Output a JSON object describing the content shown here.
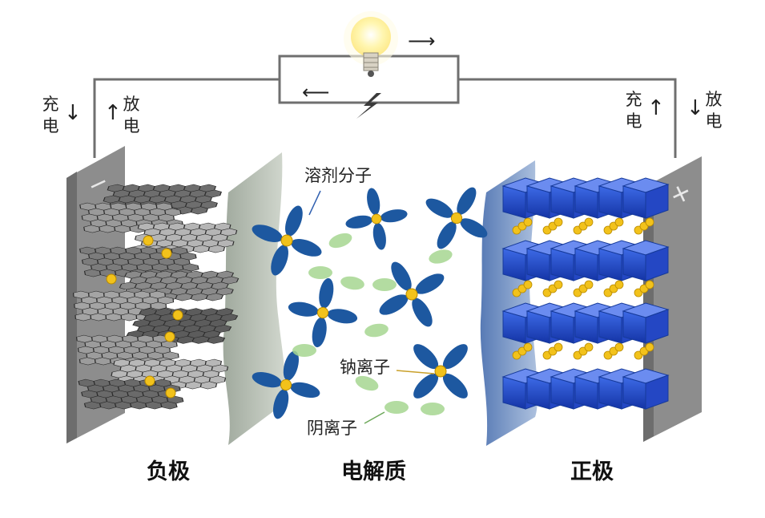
{
  "labels": {
    "charge": "充电",
    "discharge": "放电",
    "solvent": "溶剂分子",
    "sodium_ion": "钠离子",
    "anion": "阴离子",
    "anode": "负极",
    "electrolyte": "电解质",
    "cathode": "正极"
  },
  "symbols": {
    "negative": "−",
    "positive": "+",
    "arrow_up": "↑",
    "arrow_down": "↓",
    "arrow_right": "⟶",
    "arrow_left": "⟵"
  },
  "colors": {
    "wire": "#6f6f6f",
    "plate": "#8d8d8d",
    "graphite": "#5a5a5a",
    "separator": "#9fab9c",
    "cathode_blue": "#1f47c9",
    "solvent_blue": "#1d58a0",
    "sodium_yellow": "#f2c21b",
    "anion_green": "#a6d690",
    "bulb": "#fff3a0"
  }
}
